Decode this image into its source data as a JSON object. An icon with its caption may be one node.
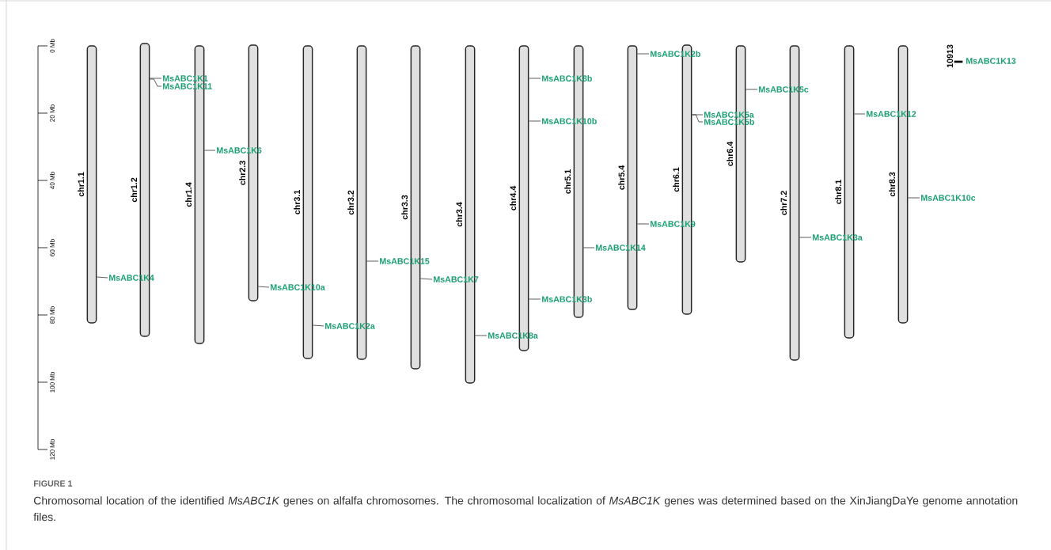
{
  "diagram": {
    "title": "FIGURE 1",
    "caption": "Chromosomal location of the identified *MsABC1K* genes on alfalfa chromosomes. The chromosomal localization of *MsABC1K* genes was determined based on the XinJiangDaYe genome annotation files.",
    "nodes": [
      {
        "text": [
          "chr1.1"
        ]
      },
      {
        "text": [
          "chr1.2"
        ]
      },
      {
        "text": [
          "chr1.4"
        ]
      },
      {
        "text": [
          "chr2.3"
        ]
      },
      {
        "text": [
          "chr3.1"
        ]
      },
      {
        "text": [
          "chr3.2"
        ]
      },
      {
        "text": [
          "chr3.3"
        ]
      },
      {
        "text": [
          "chr3.4"
        ]
      },
      {
        "text": [
          "chr4.4"
        ]
      },
      {
        "text": [
          "chr5.1"
        ]
      },
      {
        "text": [
          "chr5.4"
        ]
      },
      {
        "text": [
          "chr6.1"
        ]
      },
      {
        "text": [
          "chr6.4"
        ]
      },
      {
        "text": [
          "chr7.2"
        ]
      },
      {
        "text": [
          "chr8.1"
        ]
      },
      {
        "text": [
          "chr8.3"
        ]
      },
      {
        "text": [
          "10913"
        ]
      },
      {
        "text": [
          "MsABC1K1"
        ]
      },
      {
        "text": [
          "MsABC1K11"
        ]
      },
      {
        "text": [
          "MsABC1K6"
        ]
      },
      {
        "text": [
          "MsABC1K4"
        ]
      },
      {
        "text": [
          "MsABC1K10a"
        ]
      },
      {
        "text": [
          "MsABC1K2a"
        ]
      },
      {
        "text": [
          "MsABC1K15"
        ]
      },
      {
        "text": [
          "MsABC1K7"
        ]
      },
      {
        "text": [
          "MsABC1K8a"
        ]
      },
      {
        "text": [
          "MsABC1K8b"
        ]
      },
      {
        "text": [
          "MsABC1K10b"
        ]
      },
      {
        "text": [
          "MsABC1K3b"
        ]
      },
      {
        "text": [
          "MsABC1K14"
        ]
      },
      {
        "text": [
          "MsABC1K2b"
        ]
      },
      {
        "text": [
          "MsABC1K9"
        ]
      },
      {
        "text": [
          "MsABC1K5a"
        ]
      },
      {
        "text": [
          "MsABC1K5b"
        ]
      },
      {
        "text": [
          "MsABC1K5c"
        ]
      },
      {
        "text": [
          "MsABC1K3a"
        ]
      },
      {
        "text": [
          "MsABC1K12"
        ]
      },
      {
        "text": [
          "MsABC1K10c"
        ]
      },
      {
        "text": [
          "MsABC1K13"
        ]
      }
    ],
    "edges": [
      {
        "from": 17,
        "to": 1,
        "arrow": "none"
      },
      {
        "from": 18,
        "to": 1,
        "arrow": "none"
      },
      {
        "from": 19,
        "to": 2,
        "arrow": "none"
      },
      {
        "from": 20,
        "to": 0,
        "arrow": "none"
      },
      {
        "from": 21,
        "to": 3,
        "arrow": "none"
      },
      {
        "from": 22,
        "to": 4,
        "arrow": "none"
      },
      {
        "from": 23,
        "to": 5,
        "arrow": "none"
      },
      {
        "from": 24,
        "to": 6,
        "arrow": "none"
      },
      {
        "from": 25,
        "to": 7,
        "arrow": "none"
      },
      {
        "from": 26,
        "to": 8,
        "arrow": "none"
      },
      {
        "from": 27,
        "to": 8,
        "arrow": "none"
      },
      {
        "from": 28,
        "to": 8,
        "arrow": "none"
      },
      {
        "from": 29,
        "to": 9,
        "arrow": "none"
      },
      {
        "from": 30,
        "to": 10,
        "arrow": "none"
      },
      {
        "from": 31,
        "to": 10,
        "arrow": "none"
      },
      {
        "from": 32,
        "to": 11,
        "arrow": "none"
      },
      {
        "from": 33,
        "to": 11,
        "arrow": "none"
      },
      {
        "from": 34,
        "to": 12,
        "arrow": "none"
      },
      {
        "from": 35,
        "to": 13,
        "arrow": "none"
      },
      {
        "from": 36,
        "to": 14,
        "arrow": "none"
      },
      {
        "from": 37,
        "to": 15,
        "arrow": "none"
      }
    ],
    "labels": [
      "0 Mb",
      "20 Mb",
      "40 Mb",
      "60 Mb",
      "80 Mb",
      "100 Mb",
      "120 Mb"
    ]
  }
}
